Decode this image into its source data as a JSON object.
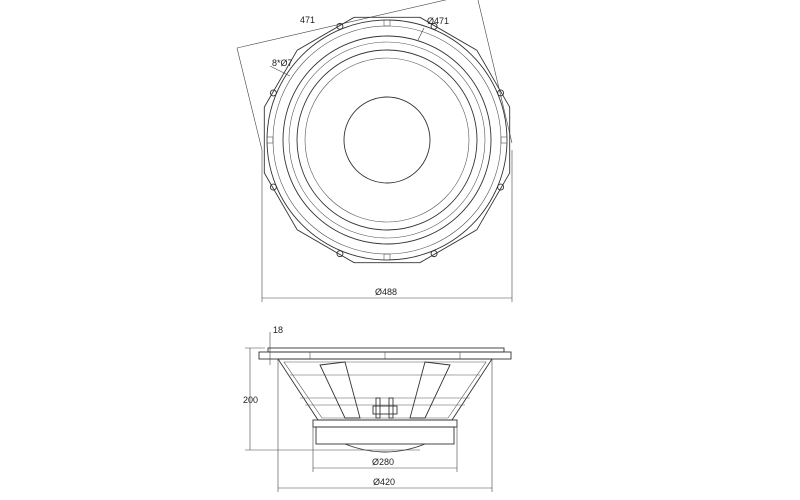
{
  "drawing": {
    "top_view": {
      "mount_diameter_label": "471",
      "outer_circle_label": "Ø471",
      "holes_label": "8*Ø7",
      "overall_diameter_label": "Ø488"
    },
    "side_view": {
      "flange_thickness_label": "18",
      "depth_label": "200",
      "magnet_diameter_label": "Ø280",
      "basket_diameter_label": "Ø420"
    }
  }
}
